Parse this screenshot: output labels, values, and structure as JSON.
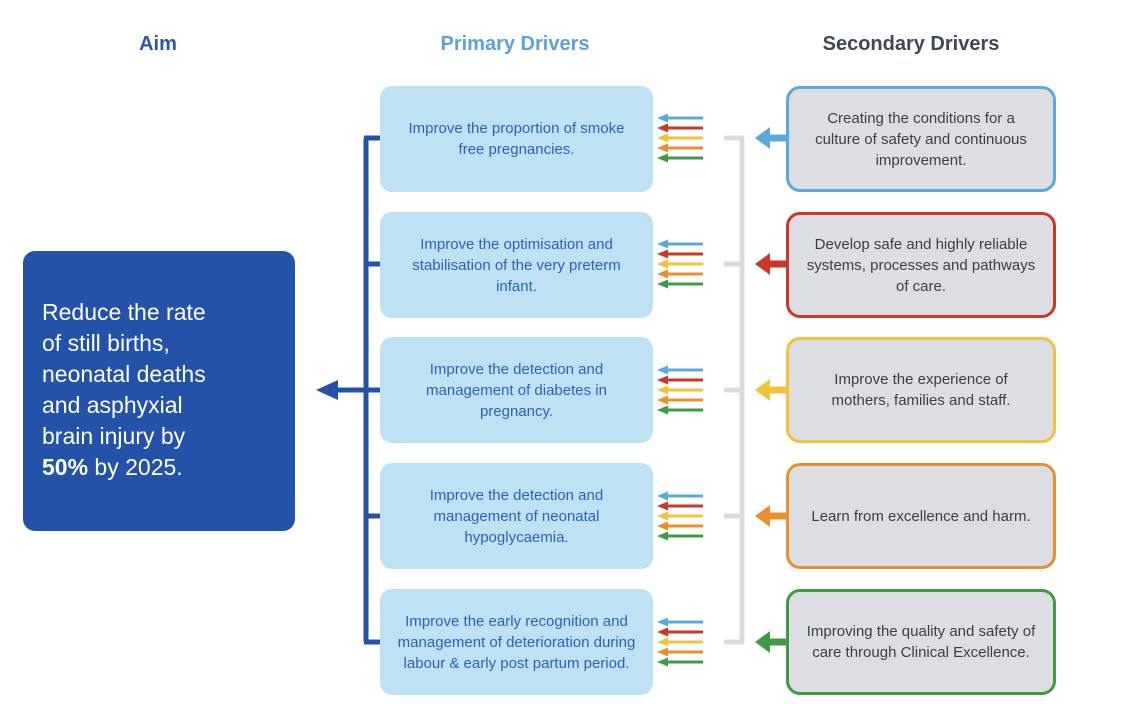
{
  "headers": {
    "aim": "Aim",
    "primary": "Primary Drivers",
    "secondary": "Secondary Drivers"
  },
  "aim": {
    "lines": [
      "Reduce the rate",
      "of still births,",
      "neonatal deaths",
      "and asphyxial",
      "brain injury by"
    ],
    "target_bold": "50%",
    "target_rest": " by 2025."
  },
  "primary_drivers": [
    {
      "text": "Improve the proportion of smoke free pregnancies."
    },
    {
      "text": "Improve the optimisation and stabilisation of the very preterm infant."
    },
    {
      "text": "Improve the detection and management of diabetes in pregnancy."
    },
    {
      "text": "Improve the detection and management of neonatal hypoglycaemia."
    },
    {
      "text": "Improve the early recognition and management of deterioration during labour & early post partum period."
    }
  ],
  "secondary_drivers": [
    {
      "text": "Creating the conditions for a culture of safety and continuous improvement.",
      "color": "#5aa9dd"
    },
    {
      "text": "Develop safe and highly reliable systems, processes and pathways of care.",
      "color": "#c9382b"
    },
    {
      "text": "Improve the experience of mothers, families and staff.",
      "color": "#f2c23c"
    },
    {
      "text": "Learn from excellence and harm.",
      "color": "#e6902e"
    },
    {
      "text": "Improving the quality and safety of care through Clinical Excellence.",
      "color": "#3f9a44"
    }
  ],
  "colors": {
    "aim_bg": "#2352a8",
    "aim_connector": "#2352a8",
    "primary_bg": "#bfe1f4",
    "primary_text": "#2a62b8",
    "secondary_bg": "#dcdee3",
    "bracket": "#d8dce2"
  }
}
